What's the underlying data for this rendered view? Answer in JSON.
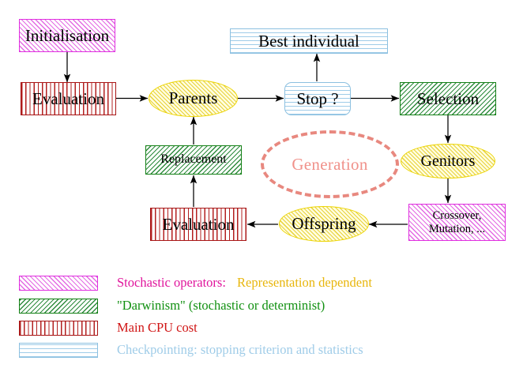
{
  "diagram": {
    "title": "Evolutionary algorithm cycle",
    "nodes": [
      {
        "id": "initialisation",
        "label": "Initialisation",
        "shape": "rect",
        "style": "stochastic-operators"
      },
      {
        "id": "evaluation-top",
        "label": "Evaluation",
        "shape": "rect",
        "style": "main-cpu-cost"
      },
      {
        "id": "parents",
        "label": "Parents",
        "shape": "ellipse",
        "style": "representation-dependent"
      },
      {
        "id": "best-individual",
        "label": "Best individual",
        "shape": "rect",
        "style": "checkpointing"
      },
      {
        "id": "stop",
        "label": "Stop ?",
        "shape": "rounded-rect",
        "style": "checkpointing"
      },
      {
        "id": "selection",
        "label": "Selection",
        "shape": "rect",
        "style": "darwinism"
      },
      {
        "id": "genitors",
        "label": "Genitors",
        "shape": "ellipse",
        "style": "representation-dependent"
      },
      {
        "id": "crossover",
        "label": "Crossover,",
        "label2": "Mutation, ...",
        "shape": "rect",
        "style": "stochastic-operators"
      },
      {
        "id": "offspring",
        "label": "Offspring",
        "shape": "ellipse",
        "style": "representation-dependent"
      },
      {
        "id": "evaluation-bottom",
        "label": "Evaluation",
        "shape": "rect",
        "style": "main-cpu-cost"
      },
      {
        "id": "replacement",
        "label": "Replacement",
        "shape": "rect",
        "style": "darwinism"
      },
      {
        "id": "generation",
        "label": "Generation",
        "shape": "dashed-ellipse",
        "style": "generation-loop"
      }
    ],
    "legend": [
      {
        "pattern": "magenta-diagonal",
        "text": "Stochastic operators:",
        "text2": "Representation dependent"
      },
      {
        "pattern": "green-diagonal",
        "text": "\"Darwinism\" (stochastic or determinist)"
      },
      {
        "pattern": "red-vertical",
        "text": "Main CPU cost"
      },
      {
        "pattern": "blue-horizontal",
        "text": "Checkpointing: stopping criterion and statistics"
      }
    ],
    "colors": {
      "stochastic_operators": "#e02ee0",
      "darwinism": "#128014",
      "main_cpu_cost": "#a81515",
      "checkpointing": "#8cc0e0",
      "representation_dependent": "#ecd400",
      "generation_loop": "#e8887f",
      "legend_magenta_text": "#e0159c",
      "legend_gold_text": "#e8b60c",
      "legend_green_text": "#119011",
      "legend_red_text": "#d01414",
      "legend_blue_text": "#9fcce8",
      "arrow": "#000000",
      "background": "#ffffff"
    }
  }
}
